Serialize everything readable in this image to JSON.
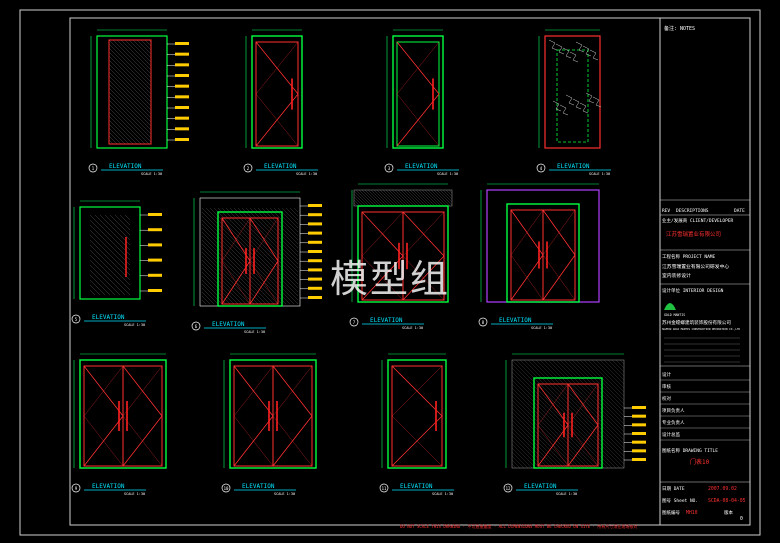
{
  "watermark": "模型组",
  "notes_label": "NOTES",
  "notes_prefix": "备注:",
  "elevation_word": "ELEVATION",
  "elevations": [
    {
      "num": "1",
      "caption": "",
      "scale": "SCALE 1:30"
    },
    {
      "num": "2",
      "caption": "",
      "scale": "SCALE 1:30"
    },
    {
      "num": "3",
      "caption": "",
      "scale": "SCALE 1:30"
    },
    {
      "num": "4",
      "caption": "",
      "scale": "SCALE 1:30"
    },
    {
      "num": "5",
      "caption": "",
      "scale": "SCALE 1:30"
    },
    {
      "num": "6",
      "caption": "",
      "scale": "SCALE 1:30"
    },
    {
      "num": "7",
      "caption": "",
      "scale": "SCALE 1:30"
    },
    {
      "num": "8",
      "caption": "",
      "scale": "SCALE 1:30"
    },
    {
      "num": "9",
      "caption": "",
      "scale": "SCALE 1:30"
    },
    {
      "num": "10",
      "caption": "",
      "scale": "SCALE 1:30"
    },
    {
      "num": "11",
      "caption": "",
      "scale": "SCALE 1:30"
    },
    {
      "num": "12",
      "caption": "",
      "scale": "SCALE 1:30"
    }
  ],
  "title_block": {
    "rev_header": [
      "REV",
      "DESCRIPTIONS",
      "DATE"
    ],
    "client_label": "业主/发展商",
    "client_label_en": "CLIENT/DEVELOPER",
    "client_name": "江苏雪瑞置业有限公司",
    "project_label": "工程名称",
    "project_label_en": "PROJECT NAME",
    "project_name_1": "江苏雪瑞置业有限公司研发中心",
    "project_name_2": "室内装修设计",
    "design_label": "设计单位",
    "design_label_en": "INTERIOR DESIGN",
    "logo_text": "GOLD MANTIS",
    "company_cn": "苏州金螳螂建筑装饰股份有限公司",
    "company_en": "SUZHOU GOLD MANTIS CONSTRUCTION DECORATION CO.,LTD",
    "roles": [
      "设计",
      "审核",
      "校对",
      "项目负责人",
      "专业负责人",
      "设计总监"
    ],
    "drawing_title_label": "图纸名称",
    "drawing_title_label_en": "DRAWING TITLE",
    "drawing_title": "门表10",
    "date_label": "日期",
    "date_label_en": "DATE",
    "date_value": "2007.09.02",
    "no_label": "图号",
    "no_label_en": "Sheet NO.",
    "no_value": "SCDA-08-04-05",
    "sheet_label": "图纸编号",
    "sheet_value": "MH10",
    "rev_label": "版本",
    "rev_value": "0"
  },
  "footer_note": "DO NOT SCALE THIS DRAWING · 不可直接量度 · ALL DIMENSIONS MUST BE CHECKED ON SITE · 所有尺寸须在现场核对"
}
